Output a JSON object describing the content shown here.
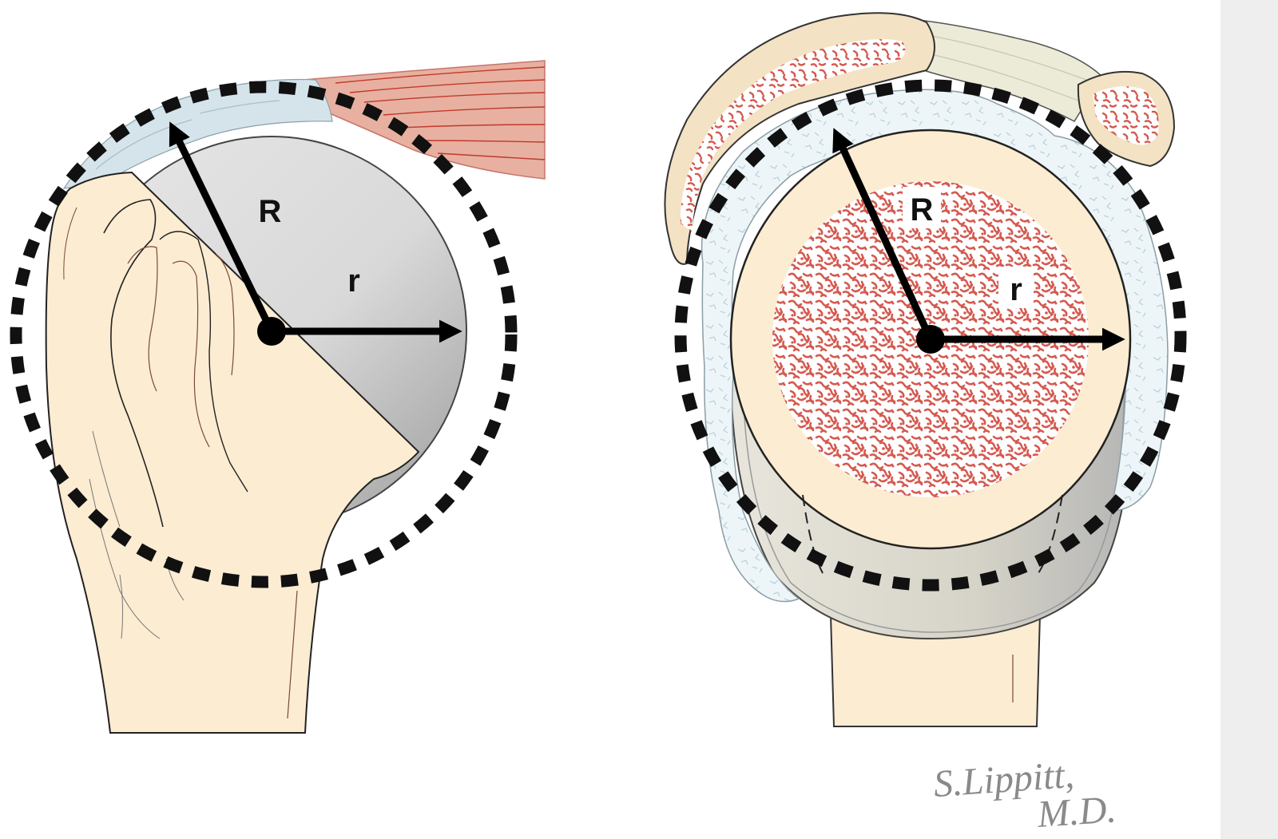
{
  "figure": {
    "left_view": {
      "major_radius_label": "R",
      "minor_radius_label": "r"
    },
    "right_view": {
      "major_radius_label": "R",
      "minor_radius_label": "r"
    },
    "signature": {
      "line1": "S.Lippitt,",
      "line2": "M.D."
    }
  },
  "colors": {
    "bone": "#fcecd2",
    "cartilage": "#dfdfdf",
    "cartilage_dark": "#a9a9a9",
    "rotator_cuff": "#d5e4ea",
    "deltoid_muscle": "#e8b0a0",
    "cancellous_red": "#d45a50",
    "outline": "#222222",
    "arrow": "#000000",
    "signature": "#8a8a8a",
    "side_panel": "#eeeeee"
  }
}
